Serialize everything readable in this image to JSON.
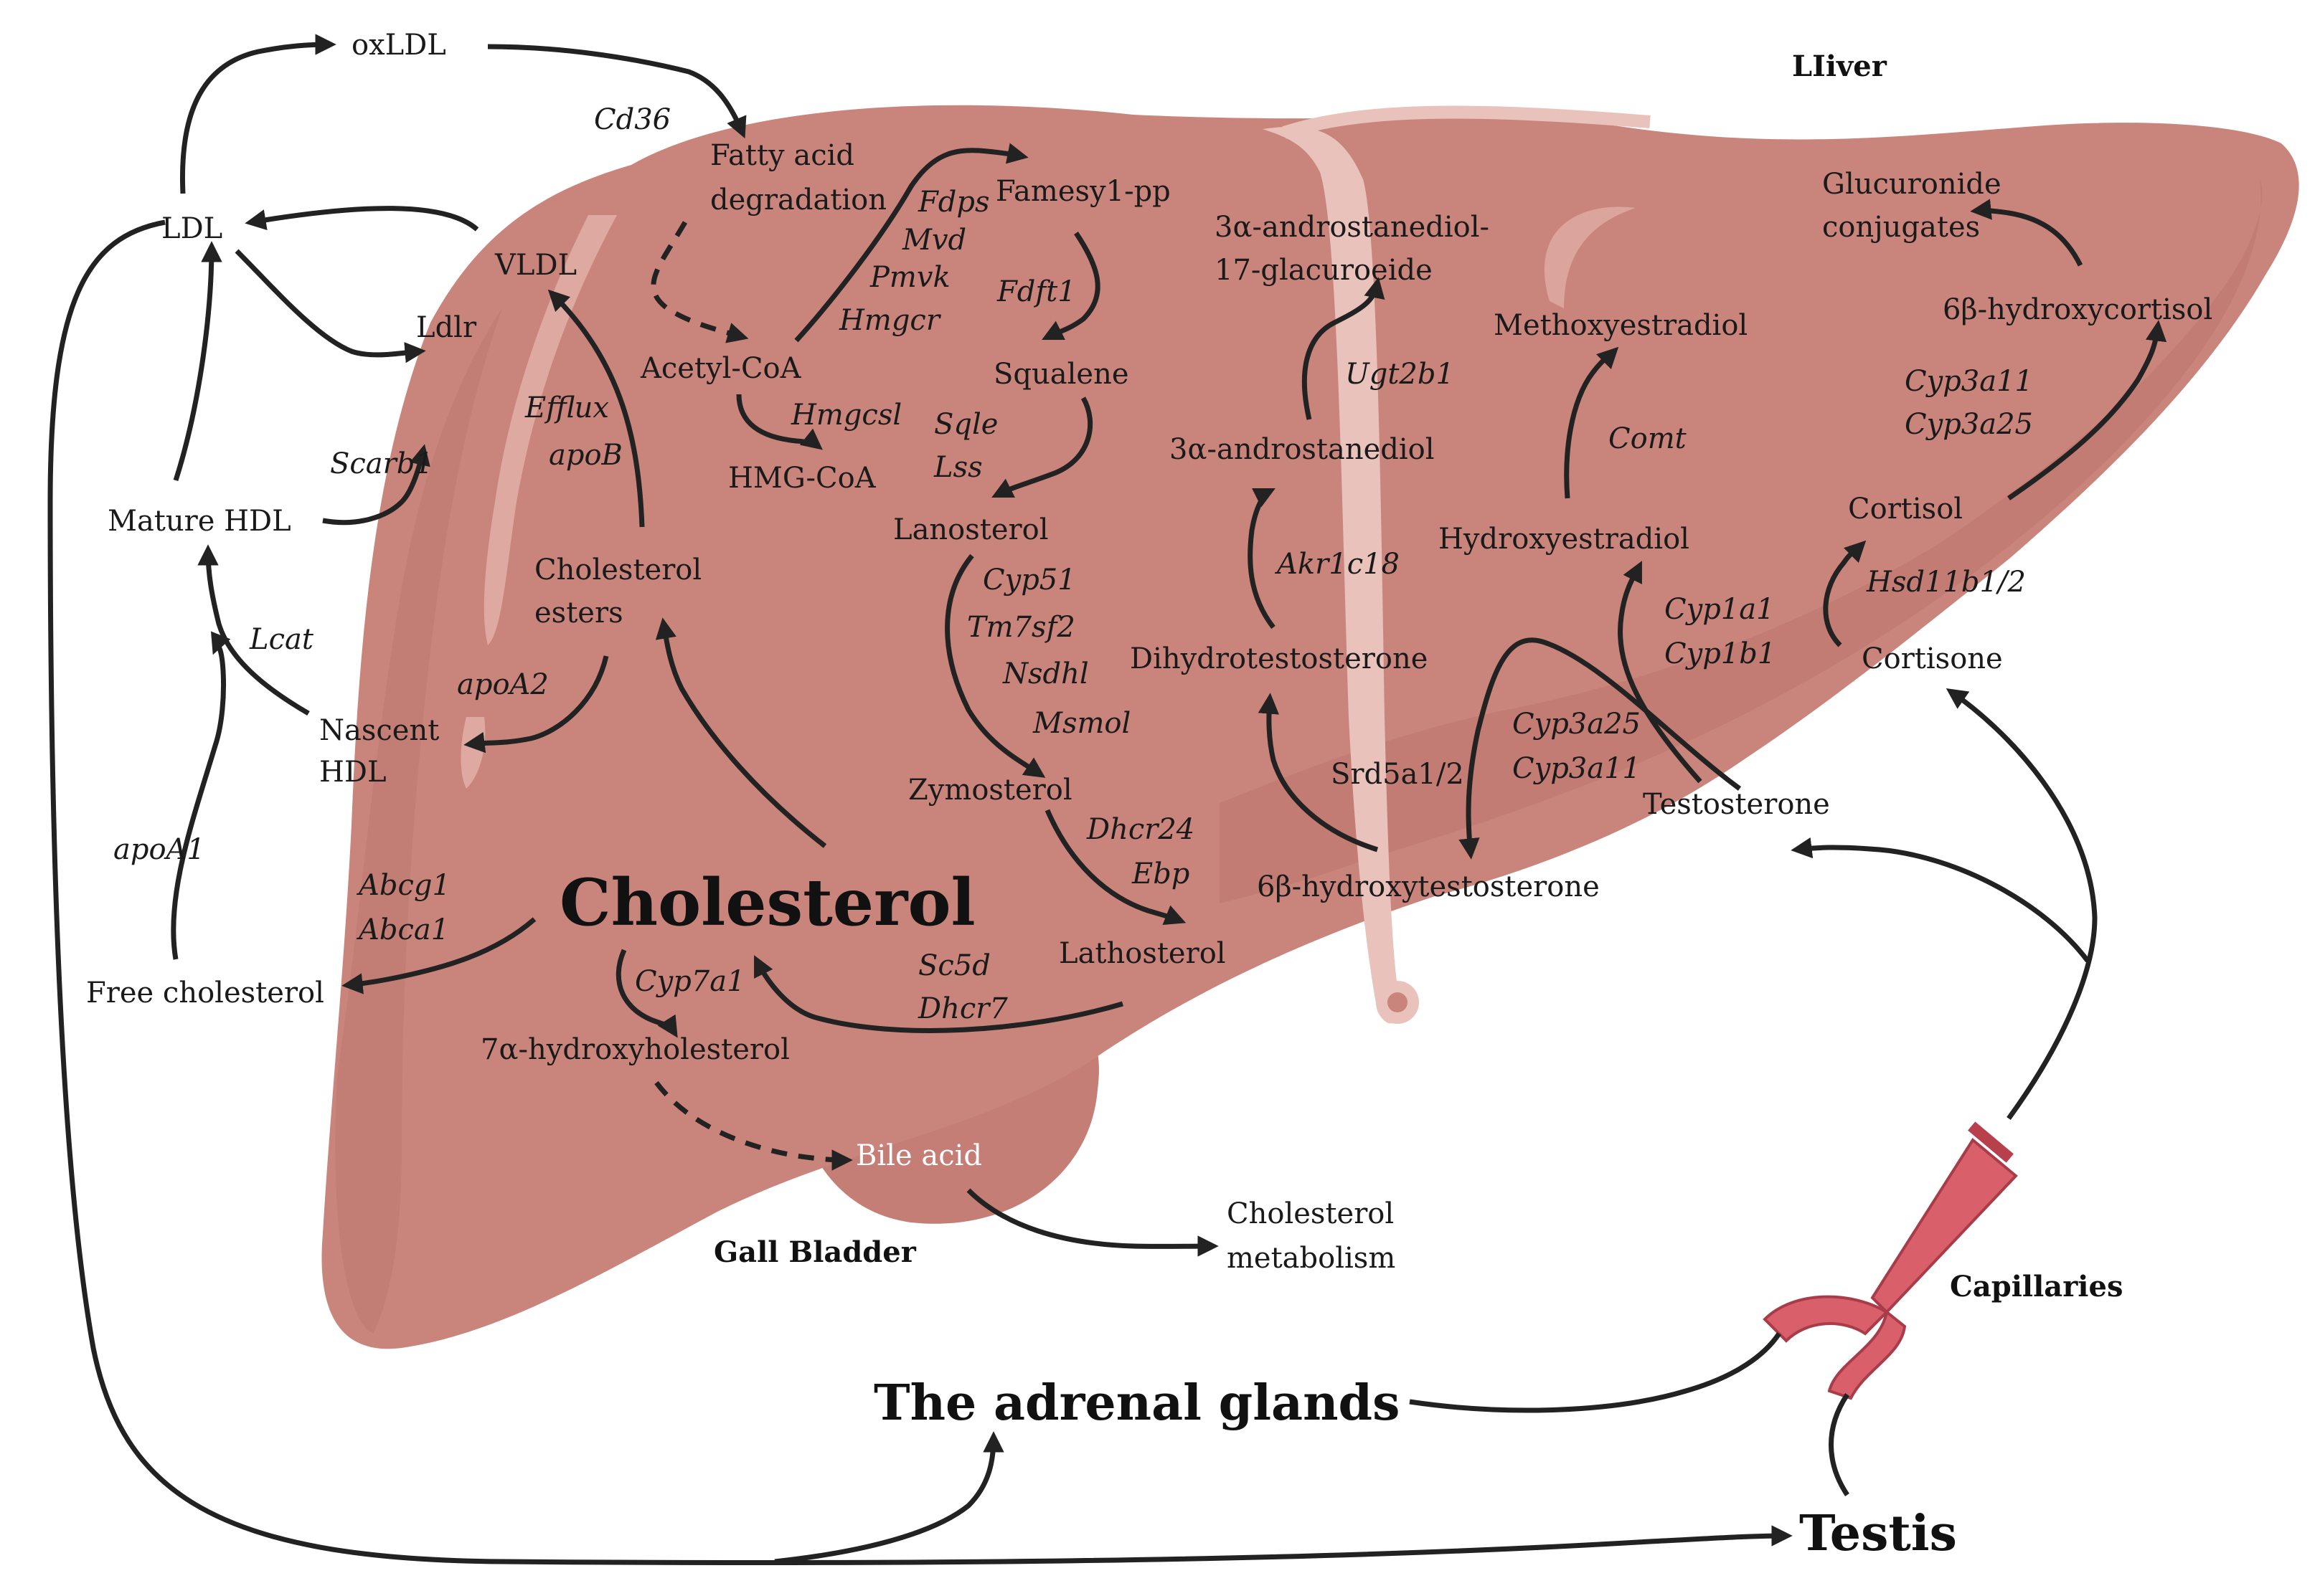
{
  "regions": {
    "liver": "LIiver",
    "gall_bladder": "Gall Bladder",
    "capillaries": "Capillaries",
    "adrenal": "The adrenal glands",
    "testis": "Testis"
  },
  "lipoproteins": {
    "oxldl": "oxLDL",
    "ldl": "LDL",
    "vldl": "VLDL",
    "ldlr": "Ldlr",
    "mature_hdl": "Mature HDL",
    "nascent_hdl_1": "Nascent",
    "nascent_hdl_2": "HDL",
    "free_chol": "Free cholesterol",
    "chol_esters_1": "Cholesterol",
    "chol_esters_2": "esters"
  },
  "lipid_genes": {
    "cd36": "Cd36",
    "scarb1": "Scarb1",
    "efflux": "Efflux",
    "apob": "apoB",
    "lcat": "Lcat",
    "apoa2": "apoA2",
    "apoa1": "apoA1",
    "abcg1": "Abcg1",
    "abca1": "Abca1"
  },
  "synthesis": {
    "fatty_acid_1": "Fatty acid",
    "fatty_acid_2": "degradation",
    "acetyl_coa": "Acetyl-CoA",
    "hmg_coa": "HMG-CoA",
    "farnesyl": "Famesy1-pp",
    "squalene": "Squalene",
    "lanosterol": "Lanosterol",
    "zymosterol": "Zymosterol",
    "lathosterol": "Lathosterol",
    "cholesterol": "Cholesterol",
    "hydroxy_chol": "7α-hydroxyholesterol",
    "bile_acid": "Bile acid",
    "chol_metab_1": "Cholesterol",
    "chol_metab_2": "metabolism"
  },
  "synthesis_genes": {
    "fdps": "Fdps",
    "mvd": "Mvd",
    "pmvk": "Pmvk",
    "hmgcr": "Hmgcr",
    "hmgcsl": "Hmgcsl",
    "fdft1": "Fdft1",
    "sqle": "Sqle",
    "lss": "Lss",
    "cyp51": "Cyp51",
    "tm7sf2": "Tm7sf2",
    "nsdhl": "Nsdhl",
    "msmol": "Msmol",
    "dhcr24": "Dhcr24",
    "ebp": "Ebp",
    "sc5d": "Sc5d",
    "dhcr7": "Dhcr7",
    "cyp7a1": "Cyp7a1"
  },
  "steroids": {
    "andro_gluc_1": "3α-androstanediol-",
    "andro_gluc_2": "17-glacuroeide",
    "androstanediol": "3α-androstanediol",
    "dht": "Dihydrotestosterone",
    "hydroxytesto": "6β-hydroxytestosterone",
    "testosterone": "Testosterone",
    "methoxyestradiol": "Methoxyestradiol",
    "hydroxyestradiol": "Hydroxyestradiol",
    "glucuronide_1": "Glucuronide",
    "glucuronide_2": "conjugates",
    "hydroxycortisol": "6β-hydroxycortisol",
    "cortisol": "Cortisol",
    "cortisone": "Cortisone"
  },
  "steroid_genes": {
    "ugt2b1": "Ugt2b1",
    "akr1c18": "Akr1c18",
    "srd5a": "Srd5a1/2",
    "cyp3a25": "Cyp3a25",
    "cyp3a11": "Cyp3a11",
    "comt": "Comt",
    "cyp1a1": "Cyp1a1",
    "cyp1b1": "Cyp1b1",
    "cyp3a11b": "Cyp3a11",
    "cyp3a25b": "Cyp3a25",
    "hsd11b": "Hsd11b1/2"
  },
  "colors": {
    "liver": "#c9857c",
    "liver_shade": "#bb756d",
    "ligament": "#e8c2bb",
    "vessel": "#d9606a",
    "arrow": "#222222"
  }
}
